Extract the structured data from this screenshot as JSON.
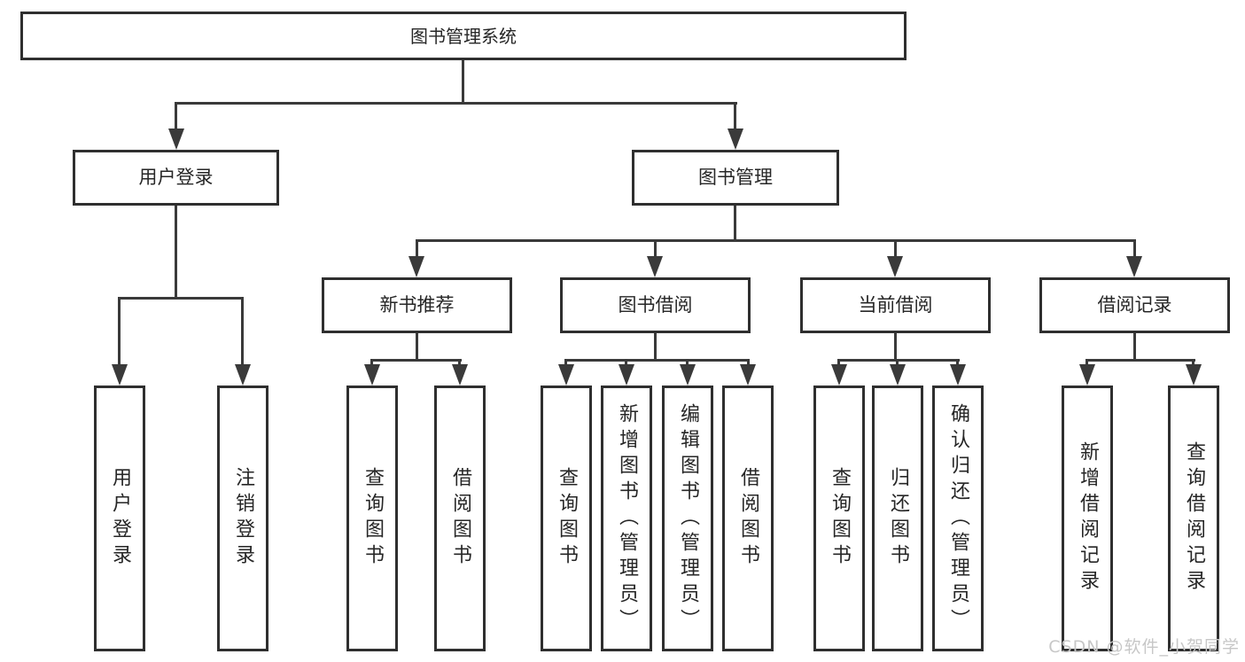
{
  "tree": {
    "root": {
      "label": "图书管理系统"
    },
    "branches": [
      {
        "label": "用户登录",
        "leaves": [
          "用户登录",
          "注销登录"
        ]
      },
      {
        "label": "图书管理",
        "groups": [
          {
            "label": "新书推荐",
            "leaves": [
              "查询图书",
              "借阅图书"
            ]
          },
          {
            "label": "图书借阅",
            "leaves": [
              "查询图书",
              "新增图书（管理员）",
              "编辑图书（管理员）",
              "借阅图书"
            ]
          },
          {
            "label": "当前借阅",
            "leaves": [
              "查询图书",
              "归还图书",
              "确认归还（管理员）"
            ]
          },
          {
            "label": "借阅记录",
            "leaves": [
              "新增借阅记录",
              "查询借阅记录"
            ]
          }
        ]
      }
    ]
  },
  "watermark": "CSDN @软件_小贺同学",
  "colors": {
    "line": "#3a3a3a",
    "box_border": "#2f2f2f",
    "text": "#262626",
    "watermark": "#c7c7c7",
    "background": "#ffffff"
  }
}
